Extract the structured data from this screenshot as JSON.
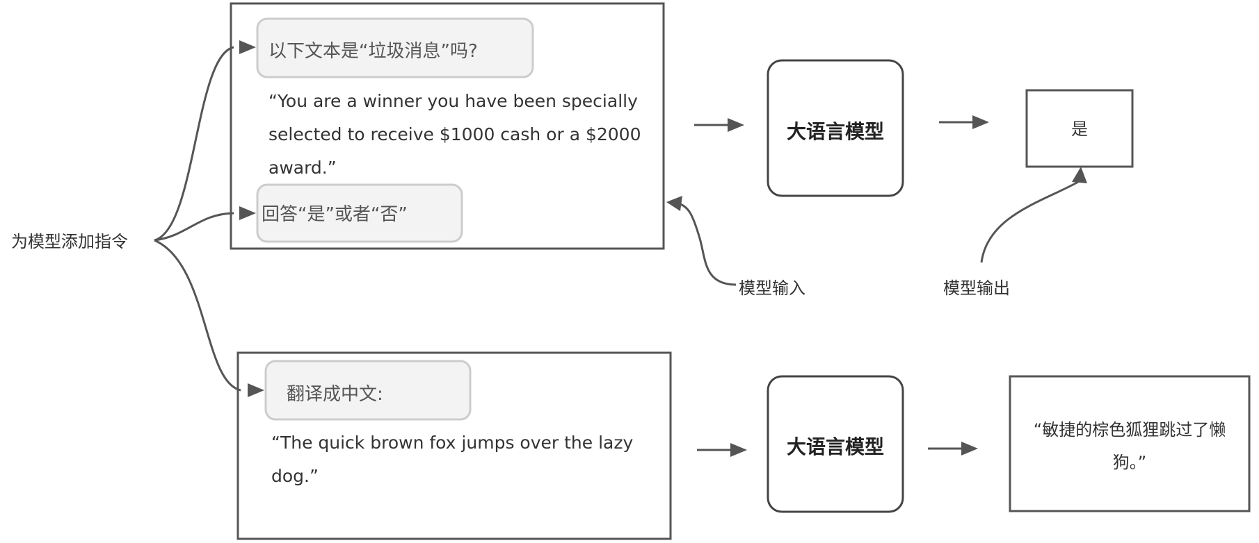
{
  "side_label": "为模型添加指令",
  "example1": {
    "instruction_top": "以下文本是“垃圾消息”吗?",
    "text_lines": [
      "“You are a winner you have been specially",
      "selected to receive $1000 cash or a $2000",
      "award.”"
    ],
    "instruction_bottom": "回答“是”或者“否”",
    "model_label": "大语言模型",
    "output_lines": [
      "是"
    ],
    "input_caption": "模型输入",
    "output_caption": "模型输出"
  },
  "example2": {
    "instruction_top": "翻译成中文:",
    "text_lines": [
      "“The quick brown fox jumps over the lazy",
      "dog.”"
    ],
    "model_label": "大语言模型",
    "output_lines": [
      "“敏捷的棕色狐狸跳过了懒",
      "狗。”"
    ]
  },
  "colors": {
    "line": "#555555",
    "instruction_fill": "#f2f3f2",
    "instruction_border": "#cccccc"
  }
}
